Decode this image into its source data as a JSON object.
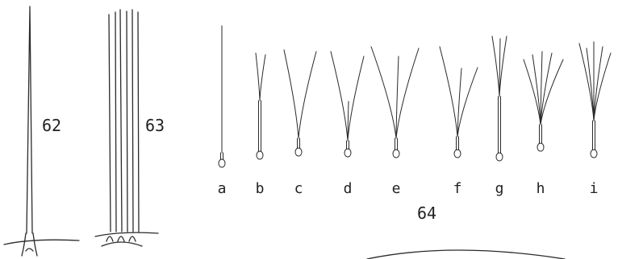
{
  "figures": {
    "fig62": {
      "label": "62"
    },
    "fig63": {
      "label": "63"
    },
    "fig64": {
      "label": "64",
      "setae": [
        {
          "label": "a",
          "branches": 1
        },
        {
          "label": "b",
          "branches": 2
        },
        {
          "label": "c",
          "branches": 2
        },
        {
          "label": "d",
          "branches": 3
        },
        {
          "label": "e",
          "branches": 3
        },
        {
          "label": "f",
          "branches": 3
        },
        {
          "label": "g",
          "branches": 3
        },
        {
          "label": "h",
          "branches": 5
        },
        {
          "label": "i",
          "branches": 5
        }
      ]
    }
  }
}
